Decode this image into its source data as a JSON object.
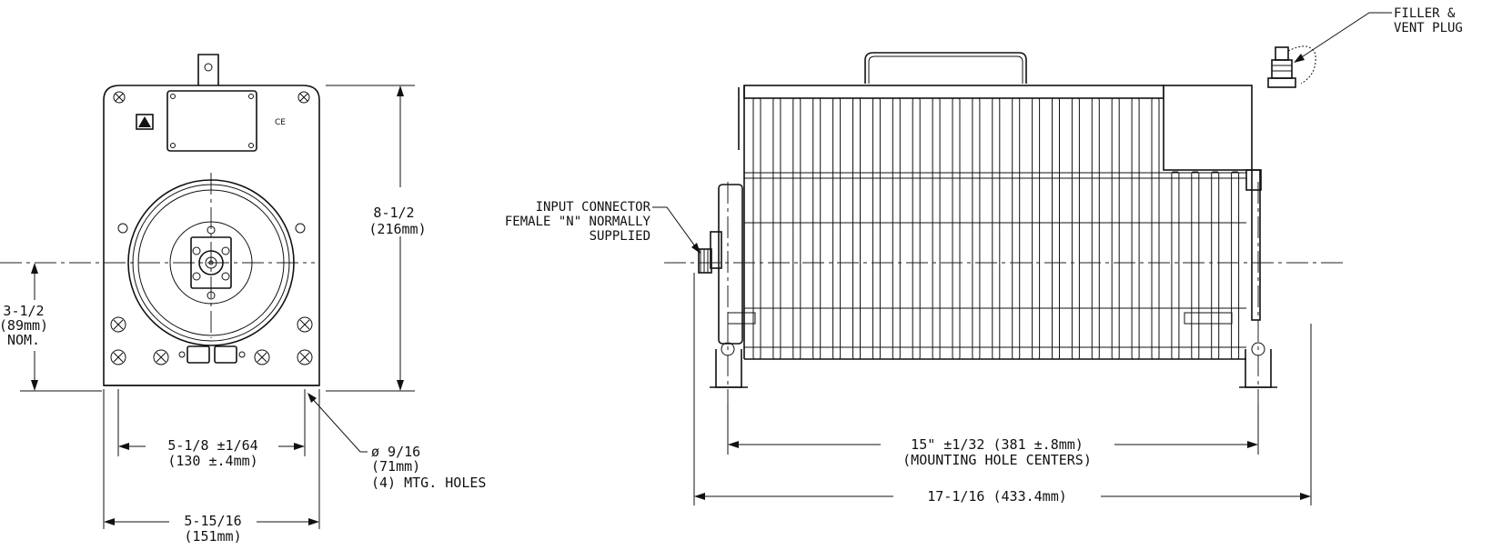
{
  "labels": {
    "filler_vent": [
      "FILLER &",
      "VENT PLUG"
    ],
    "input_connector": [
      "INPUT CONNECTOR",
      "FEMALE \"N\" NORMALLY",
      "SUPPLIED"
    ],
    "height": [
      "8-1/2",
      "(216mm)"
    ],
    "center_height": [
      "3-1/2",
      "(89mm)",
      "NOM."
    ],
    "hole_spacing": [
      "5-1/8 ±1/64",
      "(130 ±.4mm)"
    ],
    "holes": [
      "ø 9/16",
      "(71mm)",
      "(4) MTG. HOLES"
    ],
    "front_width": [
      "5-15/16",
      "(151mm)"
    ],
    "mount_centers": [
      "15\" ±1/32 (381 ±.8mm)",
      "(MOUNTING HOLE CENTERS)"
    ],
    "overall_length": "17-1/16 (433.4mm)",
    "ce_mark": "CE"
  }
}
